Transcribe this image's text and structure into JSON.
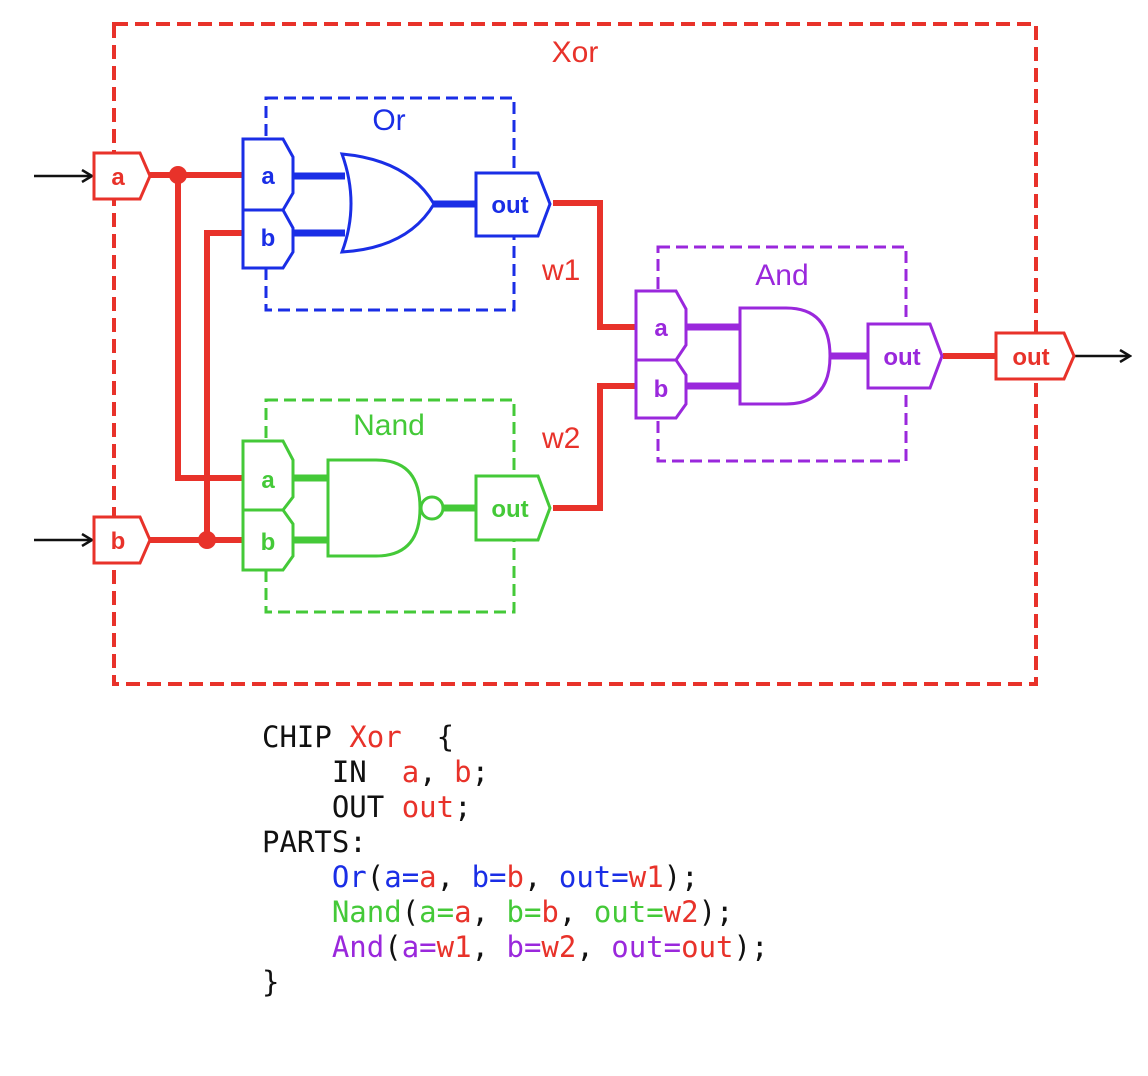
{
  "colors": {
    "xor": "#e8322a",
    "or": "#1a2ee6",
    "nand": "#44c938",
    "and": "#9a28dc",
    "ink": "#111111"
  },
  "diagram": {
    "xor_title": "Xor",
    "or_title": "Or",
    "nand_title": "Nand",
    "and_title": "And",
    "xor_in_a": "a",
    "xor_in_b": "b",
    "xor_out": "out",
    "or_a": "a",
    "or_b": "b",
    "or_out": "out",
    "nand_a": "a",
    "nand_b": "b",
    "nand_out": "out",
    "and_a": "a",
    "and_b": "b",
    "and_out": "out",
    "wire_w1": "w1",
    "wire_w2": "w2"
  },
  "code": {
    "l1_kw": "CHIP",
    "l1_name": "Xor",
    "l1_brace": "{",
    "l2_kw": "IN",
    "l2_a": "a",
    "l2_comma": ",",
    "l2_b": "b",
    "l2_semi": ";",
    "l3_kw": "OUT",
    "l3_out": "out",
    "l3_semi": ";",
    "l4": "PARTS:",
    "l5_name": "Or",
    "l5_open": "(",
    "l5_p1": "a=",
    "l5_v1": "a",
    "l5_sep1": ",",
    "l5_p2": "b=",
    "l5_v2": "b",
    "l5_sep2": ",",
    "l5_p3": "out=",
    "l5_v3": "w1",
    "l5_close": ");",
    "l6_name": "Nand",
    "l6_open": "(",
    "l6_p1": "a=",
    "l6_v1": "a",
    "l6_sep1": ",",
    "l6_p2": "b=",
    "l6_v2": "b",
    "l6_sep2": ",",
    "l6_p3": "out=",
    "l6_v3": "w2",
    "l6_close": ");",
    "l7_name": "And",
    "l7_open": "(",
    "l7_p1": "a=",
    "l7_v1": "w1",
    "l7_sep1": ",",
    "l7_p2": "b=",
    "l7_v2": "w2",
    "l7_sep2": ",",
    "l7_p3": "out=",
    "l7_v3": "out",
    "l7_close": ");",
    "l8": "}"
  }
}
